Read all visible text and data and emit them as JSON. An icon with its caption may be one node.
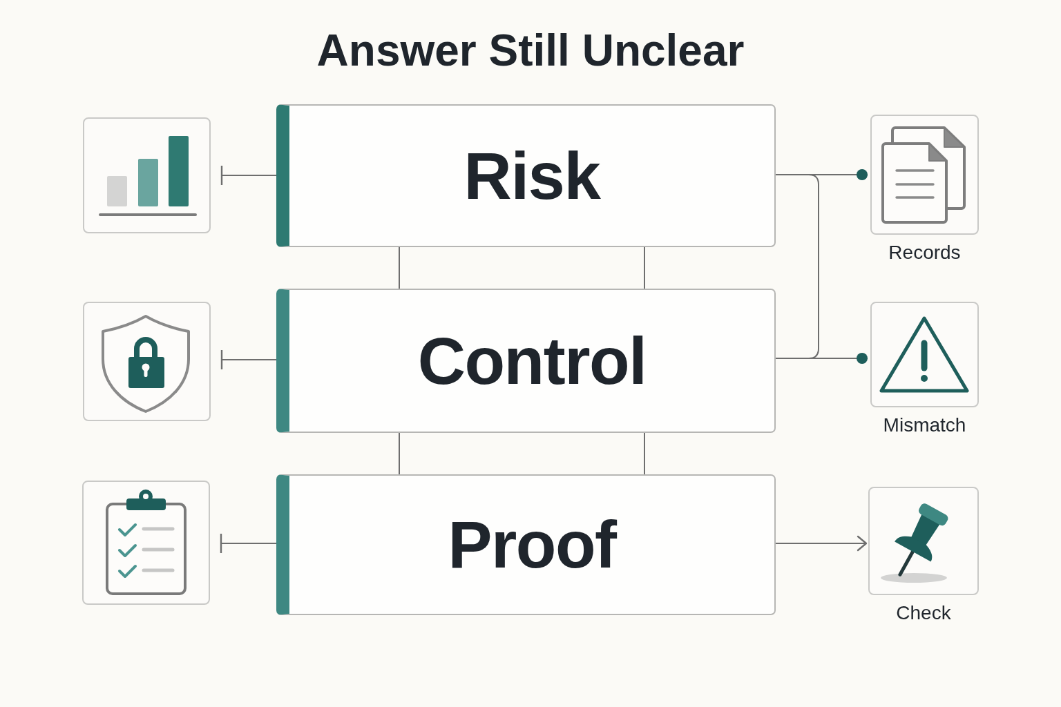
{
  "diagram": {
    "title": "Answer Still Unclear",
    "nodes": [
      {
        "text": [],
        "shape": "picture"
      },
      {
        "text": [
          "Risk"
        ]
      },
      {
        "text": [
          "Records"
        ]
      },
      {
        "text": [],
        "shape": "picture"
      },
      {
        "text": [
          "Control"
        ]
      },
      {
        "text": [
          "Mismatch"
        ]
      },
      {
        "text": [],
        "shape": "picture"
      },
      {
        "text": [
          "Proof"
        ]
      },
      {
        "text": [
          "Check"
        ]
      }
    ],
    "edges": [
      {
        "from": 1,
        "to": 0,
        "arrow": "other"
      },
      {
        "from": 1,
        "to": 2,
        "arrow": "other"
      },
      {
        "from": 1,
        "to": 4,
        "arrow": "none"
      },
      {
        "from": 1,
        "to": 4,
        "arrow": "none"
      },
      {
        "from": 4,
        "to": 3,
        "arrow": "other"
      },
      {
        "from": 4,
        "to": 5,
        "arrow": "other"
      },
      {
        "from": 4,
        "to": 7,
        "arrow": "none"
      },
      {
        "from": 4,
        "to": 7,
        "arrow": "none"
      },
      {
        "from": 7,
        "to": 6,
        "arrow": "other"
      },
      {
        "from": 7,
        "to": 8,
        "arrow": "to"
      }
    ]
  }
}
